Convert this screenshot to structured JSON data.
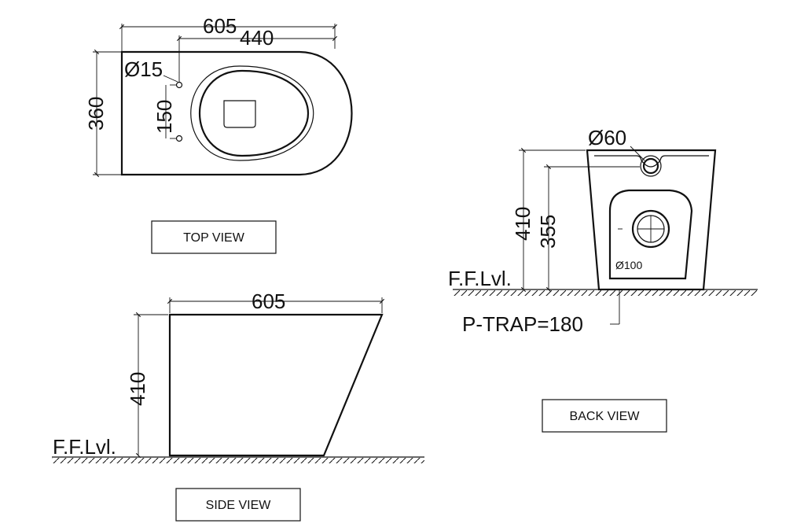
{
  "top_view": {
    "dim_length": "605",
    "dim_inner": "440",
    "dim_width": "360",
    "dim_hole_dia": "Ø15",
    "dim_hole_spacing": "150",
    "label": "TOP VIEW"
  },
  "side_view": {
    "dim_length": "605",
    "dim_height": "410",
    "floor_label": "F.F.Lvl.",
    "label": "SIDE VIEW"
  },
  "back_view": {
    "dim_inlet_dia": "Ø60",
    "dim_height": "410",
    "dim_inlet_height": "355",
    "dim_outlet_dia": "Ø100",
    "floor_label": "F.F.Lvl.",
    "trap_label": "P-TRAP=180",
    "label": "BACK VIEW"
  }
}
